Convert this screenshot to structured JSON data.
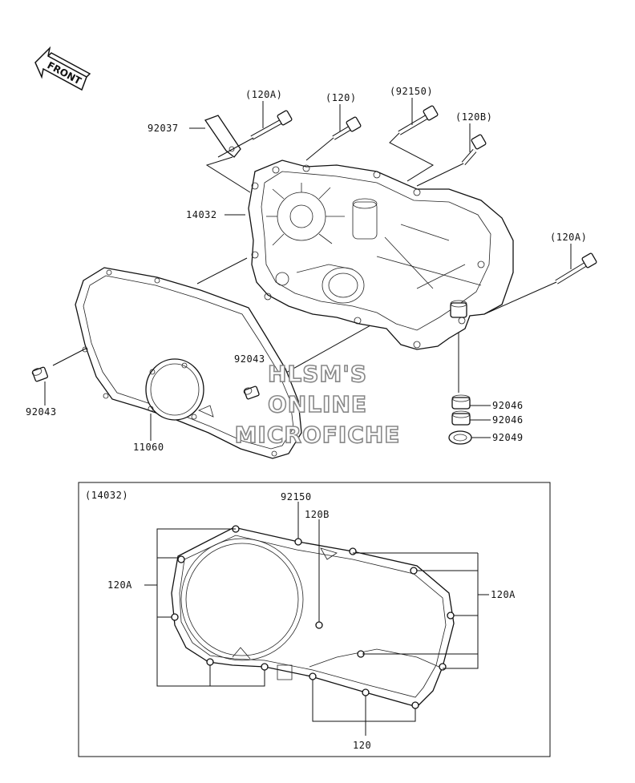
{
  "front_label": "FRONT",
  "labels": {
    "p92037": "92037",
    "p120A_top": "(120A)",
    "p120_top": "(120)",
    "p92150_top": "(92150)",
    "p120B_top": "(120B)",
    "p14032": "14032",
    "p120A_right": "(120A)",
    "p92043_mid": "92043",
    "p92043_left": "92043",
    "p11060": "11060",
    "p92046_a": "92046",
    "p92046_b": "92046",
    "p92049": "92049"
  },
  "inset": {
    "title": "(14032)",
    "l92150": "92150",
    "l120B": "120B",
    "l120A_left": "120A",
    "l120A_right": "120A",
    "l120_bottom": "120"
  },
  "watermark": {
    "line1": "HLSM'S",
    "line2": "ONLINE",
    "line3": "MICROFICHE"
  }
}
